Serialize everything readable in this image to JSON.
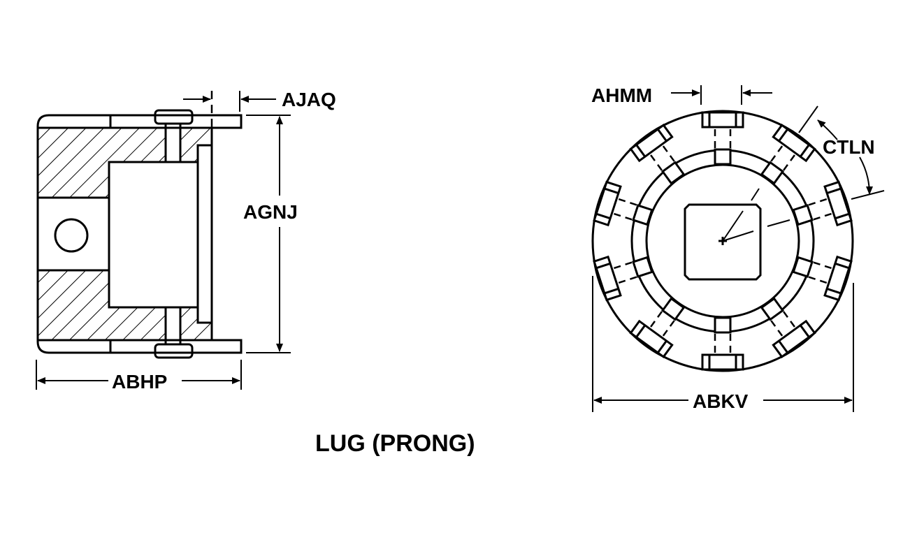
{
  "title": "LUG (PRONG)",
  "dimensions": {
    "side_view": [
      "AJAQ",
      "AGNJ",
      "ABHP"
    ],
    "end_view": [
      "AHMM",
      "CTLN",
      "ABKV"
    ]
  },
  "colors": {
    "ink": "#000000",
    "background": "#ffffff"
  }
}
